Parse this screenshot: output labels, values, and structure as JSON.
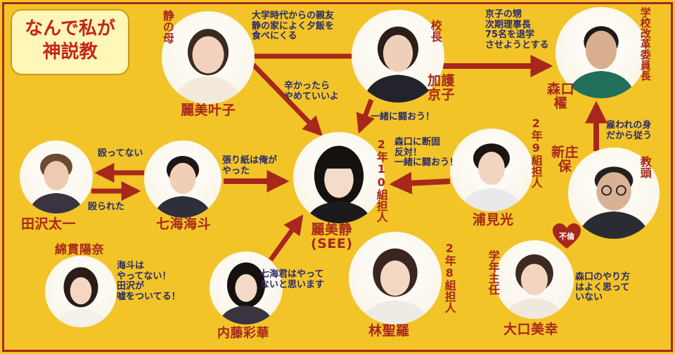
{
  "title": {
    "text": "なんで私が\n神説教"
  },
  "colors": {
    "background": "#f2c428",
    "accent": "#a7271c",
    "relation_text": "#2a2a6a",
    "title_text": "#c3261a"
  },
  "characters": {
    "shizuka": {
      "name": "麗美静\n(SEE)",
      "role": "2年10組担人"
    },
    "kanoko": {
      "name": "麗美叶子",
      "role": "静の母"
    },
    "kyoko": {
      "name": "加護\n京子",
      "role": "校長"
    },
    "kakeru": {
      "name": "森口\n櫂",
      "role": "学校改革委員長"
    },
    "taichi": {
      "name": "田沢太一"
    },
    "kaito": {
      "name": "七海海斗"
    },
    "hikaru": {
      "name": "浦見光",
      "role": "2年9組担人"
    },
    "tamotsu": {
      "name": "新庄\n保",
      "role": "教頭"
    },
    "hina": {
      "name": "綿貫陽奈"
    },
    "ayaka": {
      "name": "内藤彩華"
    },
    "seira": {
      "name": "林聖羅",
      "role": "2年8組担人"
    },
    "miyuki": {
      "name": "大口美幸",
      "role": "学年主任"
    }
  },
  "relations": {
    "kanoko_friend": "大学時代からの親友\n静の家によく夕飯を\n食べにくる",
    "kanoko_to_shizuka": "辛かったら\nやめていいよ",
    "kyoko_to_shizuka": "一緒に闘おう！",
    "kyoko_to_kakeru": "京子の甥\n次期理事長\n75名を退学\nさせようとする",
    "tamotsu_to_kakeru": "雇われの身\nだから従う",
    "hikaru_to_shizuka": "森口に断固\n反対！\n一緒に闘おう！",
    "kaito_to_taichi": "殴ってない",
    "taichi_to_kaito": "殴られた",
    "kaito_to_shizuka": "張り紙は俺が\nやった",
    "hina_note": "海斗は\nやってない！\n田沢が\n嘘をついてる！",
    "ayaka_to_shizuka": "七海君はやって\nないと思います",
    "miyuki_note": "森口のやり方\nはよく思って\nいない",
    "affair": "不倫"
  }
}
